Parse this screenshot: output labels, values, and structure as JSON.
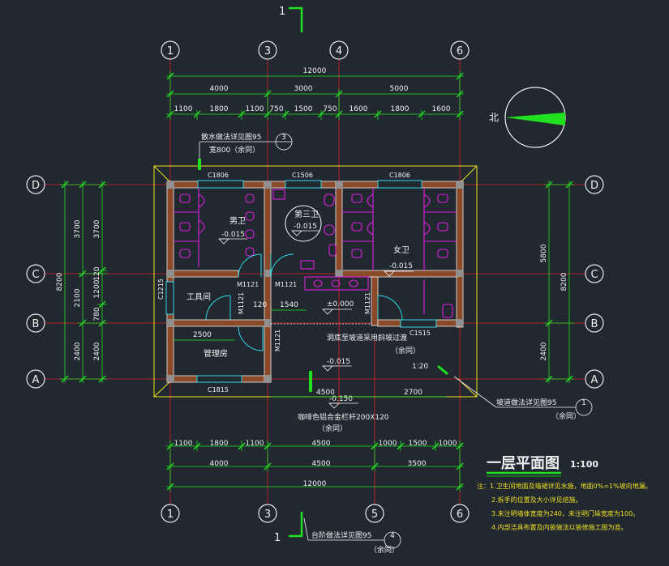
{
  "colors": {
    "background": "#212830",
    "grid_axis": "#e02020",
    "grid_bubble": "#e8e8e8",
    "dimension": "#20e020",
    "wall_outline": "#f0f0f0",
    "wall_fill": "#8a4a2a",
    "window": "#30d8e8",
    "fixture": "#e020e0",
    "slope_boundary": "#f0e020",
    "text_main": "#f0f0f0",
    "north_arrow": "#20e020",
    "notes": "#f0e020"
  },
  "grid_axes": {
    "top": [
      "1",
      "3",
      "4",
      "6"
    ],
    "bottom": [
      "1",
      "3",
      "5",
      "6"
    ],
    "left": [
      "D",
      "C",
      "B",
      "A"
    ],
    "right": [
      "D",
      "C",
      "B",
      "A"
    ]
  },
  "section_marks": {
    "top": "1",
    "bottom": "1"
  },
  "north_label": "北",
  "title": {
    "text": "一层平面图",
    "scale": "1:100"
  },
  "dimensions": {
    "top_total": "12000",
    "top_bays": [
      "4000",
      "3000",
      "5000"
    ],
    "top_segments": [
      "1100",
      "1800",
      "1100",
      "750",
      "1500",
      "750",
      "1600",
      "1800",
      "1600"
    ],
    "bottom_segments": [
      "1100",
      "1800",
      "1100",
      "4500",
      "1000",
      "1500",
      "1000"
    ],
    "bottom_bays": [
      "4000",
      "4500",
      "3500"
    ],
    "bottom_total": "12000",
    "left_total": "8200",
    "left_outer": [
      "3700",
      "2100",
      "2400"
    ],
    "left_inner": [
      "3700",
      "120",
      "1200",
      "780",
      "2400"
    ],
    "right_total": "8200",
    "right_outer": [
      "5800",
      "2400"
    ]
  },
  "rooms": {
    "men": "男卫",
    "third": "第三卫",
    "women": "女卫",
    "tool": "工具间",
    "manage": "管理房"
  },
  "levels": {
    "men": "-0.015",
    "third": "-0.015",
    "women": "-0.015",
    "hall": "±0.000",
    "front": "-0.015",
    "outside": "-0.150"
  },
  "windows": [
    "C1806",
    "C1506",
    "C1806",
    "C1215",
    "C1515",
    "C1815"
  ],
  "doors": [
    "M1121",
    "M1121",
    "M1121",
    "M1121",
    "M1121"
  ],
  "misc_dims": {
    "d120": "120",
    "d1540": "1540",
    "d2500": "2500",
    "d4500": "4500",
    "d2700": "2700"
  },
  "annotations": {
    "scatter_water": "散水做法详见图95",
    "scatter_width": "宽800（余同）",
    "ramp_note": "洞底至坡道采用斜坡过渡",
    "ramp_note2": "（余同）",
    "ramp_slope": "1:20",
    "ramp_detail_label": "坡道做法详见图95",
    "ramp_detail_same": "（余同）",
    "curb_label": "咖啡色铝合金栏杆200X120",
    "curb_same": "（余同）",
    "step_detail_label": "台阶做法详见图95",
    "step_detail_same": "（余同）",
    "index_3": "3",
    "index_1": "1",
    "index_4": "4"
  },
  "notes": [
    "注：1.卫生间地面及墙裙详见水施，地面0%=1%坡向地漏。",
    "2.拆手的位置及大小详见结施。",
    "3.未注明墙体宽度为240，未注明门垛宽度为100。",
    "4.内部洁具布置及内装做法以装修施工图为准。"
  ]
}
